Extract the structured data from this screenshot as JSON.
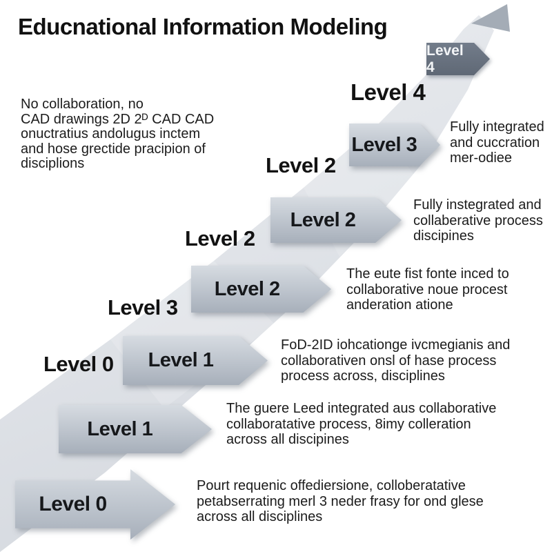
{
  "title": "Educnational Information Modeling",
  "left_note": {
    "lines": [
      "No collaboration, no",
      "CAD drawings 2D 2ᴰ CAD CAD",
      "onuctratius andolugus inctem",
      "and hose grectide pracipion of",
      "disciplions"
    ]
  },
  "apex": {
    "badge_label": "Level 4"
  },
  "floating_labels": [
    {
      "text": "Level 4"
    },
    {
      "text": "Level 2"
    },
    {
      "text": "Level 2"
    },
    {
      "text": "Level 3"
    },
    {
      "text": "Level 0"
    }
  ],
  "steps": [
    {
      "label": "Level 3",
      "desc": [
        "Fully integrated",
        "and cuccration",
        "mer-odiee"
      ]
    },
    {
      "label": "Level 2",
      "desc": [
        "Fully instegrated and",
        "collaberative process",
        "discipines"
      ]
    },
    {
      "label": "Level 2",
      "desc": [
        "The eute fist fonte inced to",
        "collaborative noue procest",
        "anderation atione"
      ]
    },
    {
      "label": "Level 1",
      "desc": [
        "FoD-2ID iohcationge ivcmegianis and",
        "collaborativen onsl of hase process",
        "process across, disciplines"
      ]
    },
    {
      "label": "Level 1",
      "desc": [
        "The guere Leed integrated aus collaborative",
        "collaboratative process, 8imy colleration",
        "across all discipines"
      ]
    },
    {
      "label": "Level 0",
      "desc": [
        "Pourt requenic offediersione, colloberatative",
        "petabserrating merl 3 neder frasy for ond glese",
        "across all disciplines"
      ]
    }
  ],
  "colors": {
    "background": "#ffffff",
    "text": "#141414",
    "band_light": "#e9ebee",
    "band_dark": "#d8dce1",
    "chevron_top": "#d6dbe1",
    "chevron_bottom": "#a7afba",
    "badge_bg": "#66707e",
    "badge_text": "#f2f4f6",
    "arrowhead": "#a4acb6"
  }
}
